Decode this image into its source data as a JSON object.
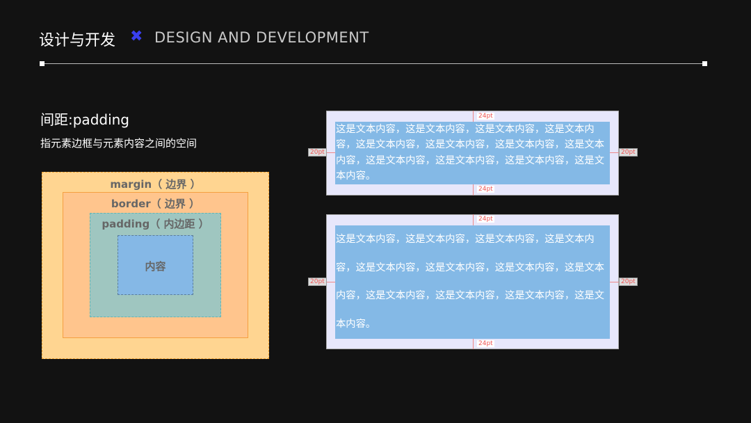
{
  "header": {
    "title_cn": "设计与开发",
    "separator_icon": "close-x-icon",
    "title_en": "DESIGN AND DEVELOPMENT",
    "accent": "#3a3ff0"
  },
  "section": {
    "title": "间距:padding",
    "description": "指元素边框与元素内容之间的空间"
  },
  "box_model": {
    "margin": "margin（ 边界 ）",
    "border": "border（ 边界 ）",
    "padding": "padding（ 内边距 ）",
    "content": "内容"
  },
  "examples": [
    {
      "text": "这是文本内容，这是文本内容，这是文本内容，这是文本内容，这是文本内容，这是文本内容，这是文本内容，这是文本内容，这是文本内容，这是文本内容，这是文本内容，这是文本内容。",
      "top": "24pt",
      "bottom": "24pt",
      "left": "20pt",
      "right": "20pt"
    },
    {
      "text": "这是文本内容，这是文本内容，这是文本内容，这是文本内容，这是文本内容，这是文本内容，这是文本内容，这是文本内容，这是文本内容，这是文本内容，这是文本内容，这是文本内容。",
      "top": "24pt",
      "bottom": "24pt",
      "left": "20pt",
      "right": "20pt"
    }
  ]
}
